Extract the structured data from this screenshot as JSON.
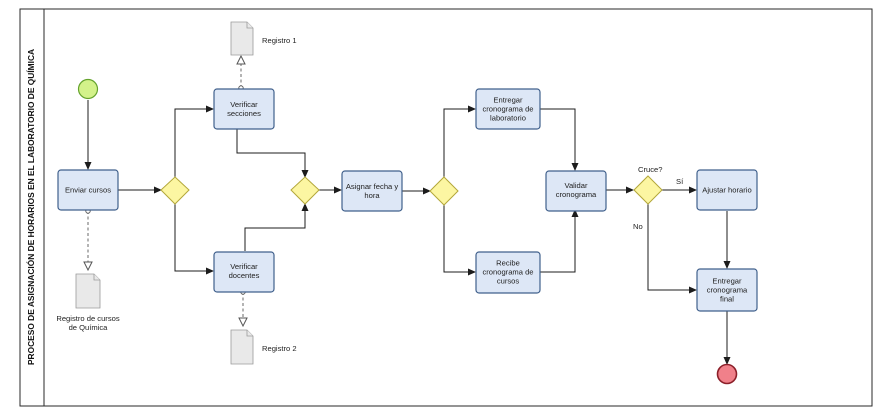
{
  "pool": {
    "title": "PROCESO DE ASIGNACIÓN DE HORARIOS EN EL LABORATORIO DE QUÍMICA"
  },
  "tasks": {
    "enviar_cursos": [
      "Enviar cursos"
    ],
    "verificar_secciones": [
      "Verificar",
      "secciones"
    ],
    "verificar_docentes": [
      "Verificar",
      "docentes"
    ],
    "asignar_fecha": [
      "Asignar fecha y",
      "hora"
    ],
    "entregar_cronograma_lab": [
      "Entregar",
      "cronograma de",
      "laboratorio"
    ],
    "recibe_cronograma": [
      "Recibe",
      "cronograma de",
      "cursos"
    ],
    "validar_cronograma": [
      "Validar",
      "cronograma"
    ],
    "ajustar_horario": [
      "Ajustar horario"
    ],
    "entregar_cronograma_final": [
      "Entregar",
      "cronograma",
      "final"
    ]
  },
  "documents": {
    "registro1": [
      "Registro 1"
    ],
    "registro2": [
      "Registro 2"
    ],
    "registro_cursos": [
      "Registro de cursos",
      "de Química"
    ]
  },
  "gateway_labels": {
    "cruce": "Cruce?",
    "si": "Sí",
    "no": "No"
  },
  "colors": {
    "task_fill": "#dde7f6",
    "task_stroke": "#40608c",
    "gateway_fill": "#fcf6a2",
    "start_event_fill": "#d3f28a",
    "end_event_fill": "#f0808a"
  }
}
